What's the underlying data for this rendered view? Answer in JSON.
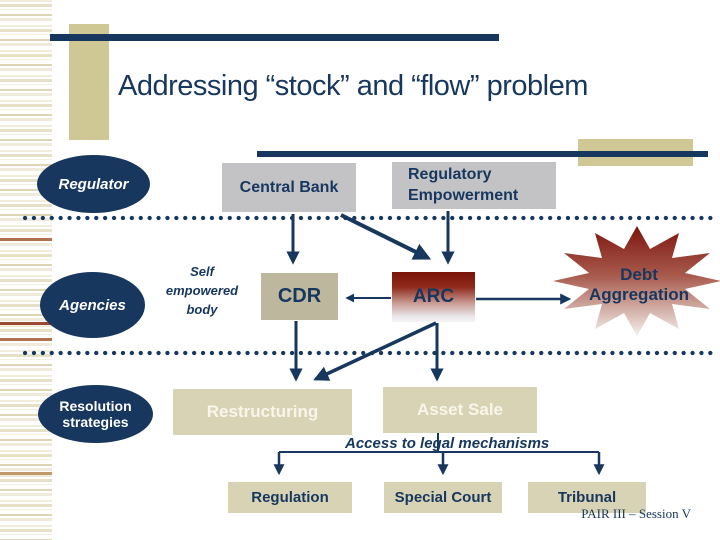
{
  "title": "Addressing “stock” and “flow” problem",
  "footer": "PAIR III – Session V",
  "row_labels": {
    "regulator": "Regulator",
    "agencies": "Agencies",
    "resolution_strategies": "Resolution strategies"
  },
  "nodes": {
    "central_bank": "Central Bank",
    "regulatory_empowerment": "Regulatory Empowerment",
    "self_empowered_body": "Self empowered body",
    "cdr": "CDR",
    "arc": "ARC",
    "debt_aggregation": "Debt Aggregation",
    "restructuring": "Restructuring",
    "asset_sale": "Asset Sale",
    "access_to_legal": "Access to legal mechanisms",
    "regulation": "Regulation",
    "special_court": "Special Court",
    "tribunal": "Tribunal"
  },
  "colors": {
    "navy": "#17375e",
    "gray-box": "#c3c3c6",
    "khaki-box": "#bdb79d",
    "tan-box": "#d9d3b5",
    "tan-accent": "#cfc894",
    "dark-red": "#791309",
    "box-text-light": "#f8f6ea"
  }
}
